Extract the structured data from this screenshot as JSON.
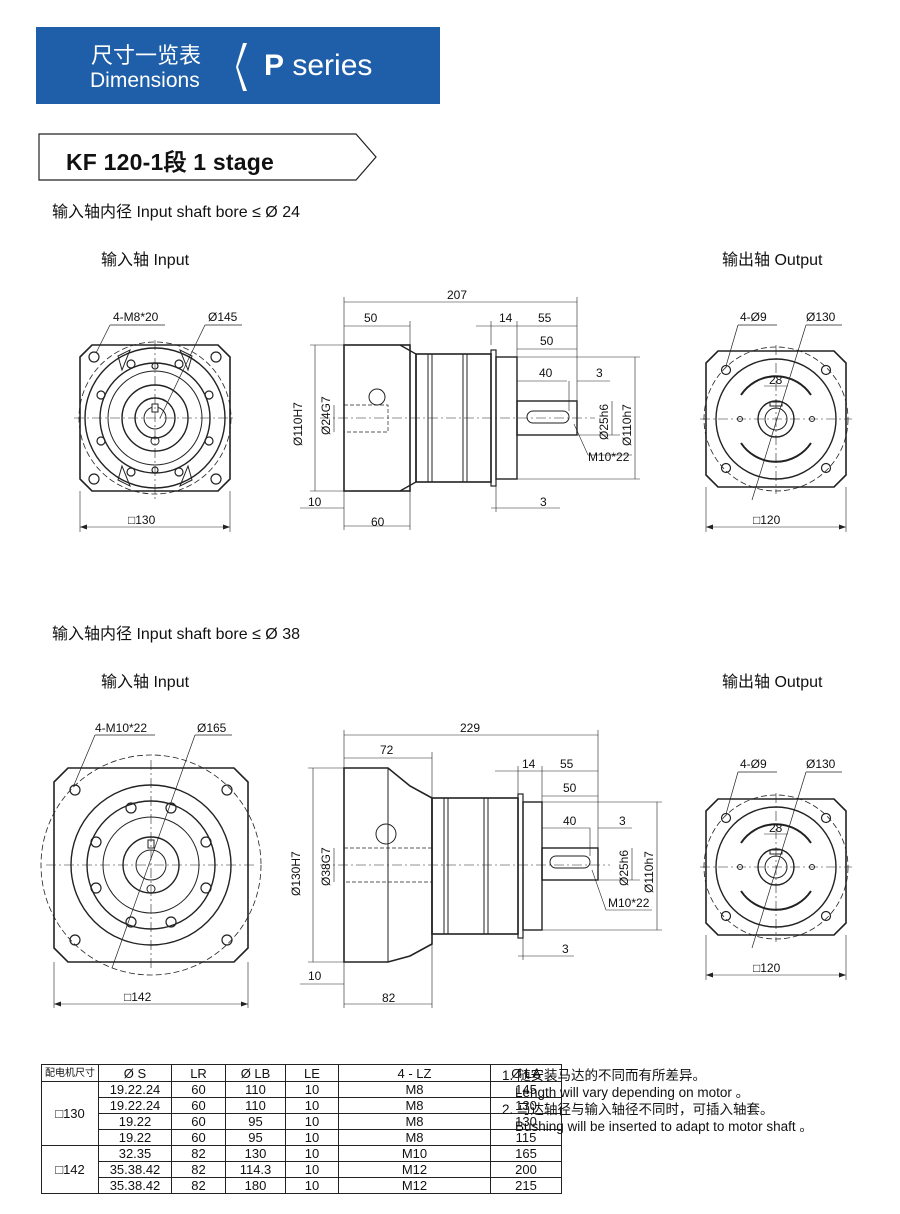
{
  "header": {
    "title_cn": "尺寸一览表",
    "title_en": "Dimensions",
    "series_letter": "P",
    "series_word": "series",
    "color": "#1f5ea8"
  },
  "stage": {
    "title": "KF 120-1段   1 stage"
  },
  "section1": {
    "bore_label": "输入轴内径 Input shaft bore ≤ Ø 24",
    "input_label": "输入轴  Input",
    "output_label": "输出轴  Output",
    "input_view": {
      "bolts": "4-M8*20",
      "pcd": "Ø145",
      "square": "□130"
    },
    "side_view": {
      "overall": "207",
      "a": "50",
      "b": "14",
      "c": "55",
      "d": "50",
      "e": "40",
      "f": "3",
      "pilot_in": "Ø110H7",
      "bore": "Ø24G7",
      "shaft": "Ø25h6",
      "pilot_out": "Ø110h7",
      "tap": "M10*22",
      "g": "10",
      "h": "60",
      "i": "3"
    },
    "output_view": {
      "holes": "4-Ø9",
      "pcd": "Ø130",
      "key": "28",
      "square": "□120"
    }
  },
  "section2": {
    "bore_label": "输入轴内径 Input shaft bore ≤ Ø 38",
    "input_label": "输入轴  Input",
    "output_label": "输出轴  Output",
    "input_view": {
      "bolts": "4-M10*22",
      "pcd": "Ø165",
      "square": "□142"
    },
    "side_view": {
      "overall": "229",
      "a": "72",
      "b": "14",
      "c": "55",
      "d": "50",
      "e": "40",
      "f": "3",
      "pilot_in": "Ø130H7",
      "bore": "Ø38G7",
      "shaft": "Ø25h6",
      "pilot_out": "Ø110h7",
      "tap": "M10*22",
      "g": "10",
      "h": "82",
      "i": "3"
    },
    "output_view": {
      "holes": "4-Ø9",
      "pcd": "Ø130",
      "key": "28",
      "square": "□120"
    }
  },
  "table": {
    "headers": [
      "配电机尺寸",
      "Ø S",
      "LR",
      "Ø LB",
      "LE",
      "4 - LZ",
      "Ø LA"
    ],
    "groups": [
      {
        "label": "□130",
        "rows": [
          [
            "19.22.24",
            "60",
            "110",
            "10",
            "M8",
            "145"
          ],
          [
            "19.22.24",
            "60",
            "110",
            "10",
            "M8",
            "130"
          ],
          [
            "19.22",
            "60",
            "95",
            "10",
            "M8",
            "130"
          ],
          [
            "19.22",
            "60",
            "95",
            "10",
            "M8",
            "115"
          ]
        ]
      },
      {
        "label": "□142",
        "rows": [
          [
            "32.35",
            "82",
            "130",
            "10",
            "M10",
            "165"
          ],
          [
            "35.38.42",
            "82",
            "114.3",
            "10",
            "M12",
            "200"
          ],
          [
            "35.38.42",
            "82",
            "180",
            "10",
            "M12",
            "215"
          ]
        ]
      }
    ]
  },
  "notes": {
    "n1_cn": "1. 随安装马达的不同而有所差异。",
    "n1_en": "Length will vary depending on motor 。",
    "n2_cn": "2. 马达轴径与输入轴径不同时，可插入轴套。",
    "n2_en": "Bushing will be inserted to adapt to motor shaft 。"
  }
}
